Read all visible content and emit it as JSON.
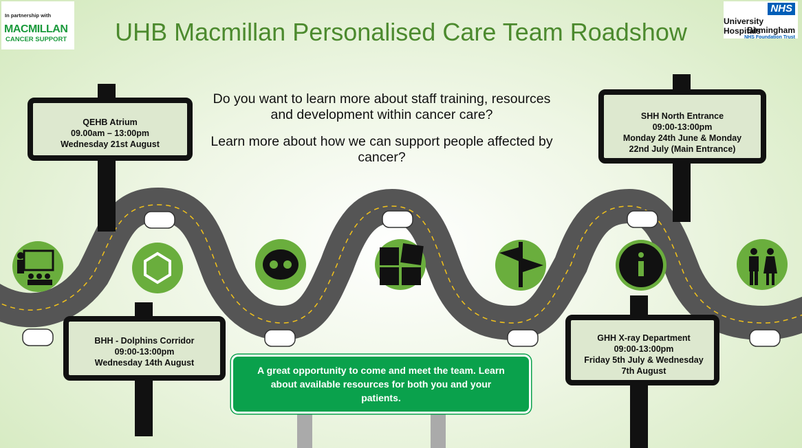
{
  "header": {
    "title": "UHB Macmillan Personalised Care Team Roadshow",
    "partner_small": "In partnership with",
    "partner_big": "MACMILLAN",
    "partner_sub": "CANCER SUPPORT",
    "nhs_badge": "NHS",
    "nhs_line1": "University Hospitals",
    "nhs_line2": "Birmingham",
    "nhs_line3": "NHS Foundation Trust"
  },
  "intro": {
    "question1": "Do you want to learn more about staff training, resources and development within cancer care?",
    "question2": "Learn more about how we can support people affected by cancer?"
  },
  "signs": {
    "qehb": {
      "line1": "QEHB Atrium",
      "line2": "09.00am  – 13:00pm",
      "line3": "Wednesday 21st August"
    },
    "bhh": {
      "line1": "BHH - Dolphins Corridor",
      "line2": "09:00-13:00pm",
      "line3": "Wednesday 14th August"
    },
    "shh": {
      "line1": "SHH North Entrance",
      "line2": "09:00-13:00pm",
      "line3": "Monday 24th June & Monday",
      "line4": "22nd July (Main Entrance)"
    },
    "ghh": {
      "line1": "GHH X-ray Department",
      "line2": "09:00-13:00pm",
      "line3": "Friday 5th July & Wednesday",
      "line4": "7th August"
    }
  },
  "banner": {
    "text": "A great opportunity to come and meet the team.  Learn about available resources for both you and your patients."
  },
  "icons": [
    "presentation-icon",
    "hexagon-icon",
    "brain-icon",
    "puzzle-icon",
    "signpost-icon",
    "info-icon",
    "people-icon"
  ],
  "colors": {
    "title_green": "#4c8a2e",
    "icon_green": "#6aae3d",
    "banner_green": "#0aa14c",
    "road": "#555555",
    "nhs_blue": "#005eb8"
  }
}
